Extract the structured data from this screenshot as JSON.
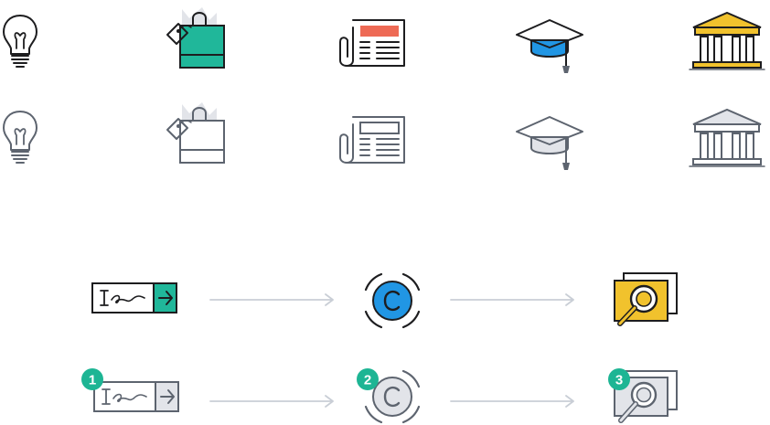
{
  "colors": {
    "ink": "#1d1d1f",
    "muted_ink": "#5d646f",
    "bulb_yellow": "#f7c52c",
    "bag_teal": "#20b79a",
    "news_red": "#ee6a55",
    "cap_blue": "#2196e4",
    "bank_gold": "#f1c22d",
    "fill_gray": "#e2e4e9",
    "arrow_gray": "#c9ced6",
    "badge_teal": "#1db594"
  },
  "icons_colored": [
    {
      "icon": "lightbulb-icon"
    },
    {
      "icon": "shopping-bag-icon"
    },
    {
      "icon": "newspaper-icon"
    },
    {
      "icon": "graduation-cap-icon"
    },
    {
      "icon": "bank-building-icon"
    }
  ],
  "icons_outline": [
    {
      "icon": "lightbulb-outline-icon"
    },
    {
      "icon": "shopping-bag-outline-icon"
    },
    {
      "icon": "newspaper-outline-icon"
    },
    {
      "icon": "graduation-cap-outline-icon"
    },
    {
      "icon": "bank-building-outline-icon"
    }
  ],
  "flow_colored": [
    {
      "icon": "sign-in-arrow-icon"
    },
    {
      "icon": "flow-arrow-icon"
    },
    {
      "icon": "copyright-coin-icon"
    },
    {
      "icon": "flow-arrow-icon"
    },
    {
      "icon": "search-document-icon"
    }
  ],
  "flow_outline": {
    "steps": [
      {
        "icon": "sign-in-arrow-outline-icon",
        "badge": "1"
      },
      {
        "icon": "copyright-coin-outline-icon",
        "badge": "2"
      },
      {
        "icon": "search-document-outline-icon",
        "badge": "3"
      }
    ]
  }
}
